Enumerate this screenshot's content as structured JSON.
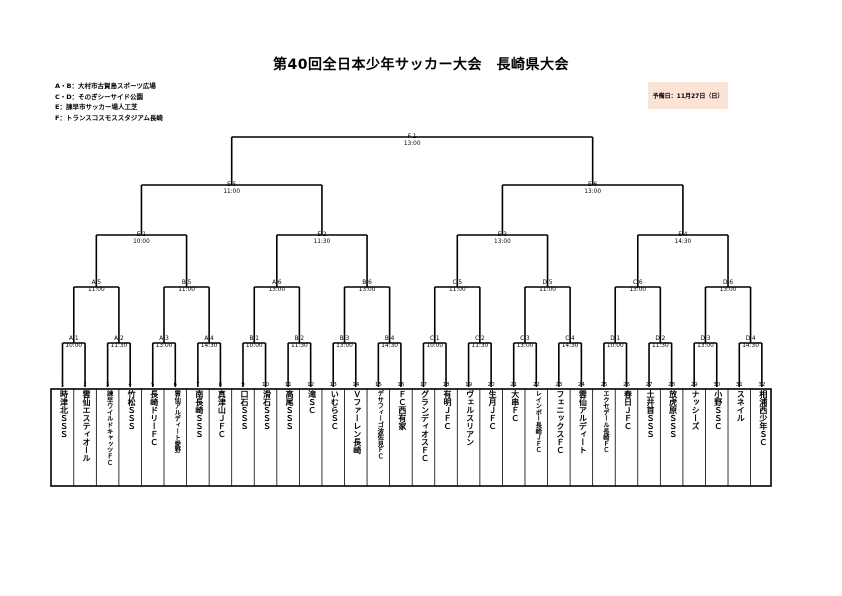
{
  "title": "第40回全日本少年サッカー大会　長崎県大会",
  "venues": [
    "A・B：大村市古賀島スポーツ広場",
    "C・D：そのぎシーサイド公園",
    "E：諫早市サッカー場人工芝",
    "F：トランスコスモススタジアム長崎"
  ],
  "date_note": "予備日：11月27日（日）",
  "matches": {
    "F1": {
      "code": "F 1",
      "time": "13:00"
    },
    "E5": {
      "code": "E 5",
      "time": "11:00"
    },
    "E6": {
      "code": "E 6",
      "time": "13:00"
    },
    "E1": {
      "code": "E 1",
      "time": "10:00"
    },
    "E2": {
      "code": "E 2",
      "time": "11:30"
    },
    "E3": {
      "code": "E 3",
      "time": "13:00"
    },
    "E4": {
      "code": "E 4",
      "time": "14:30"
    },
    "A5": {
      "code": "A 5",
      "time": "11:00"
    },
    "B5": {
      "code": "B 5",
      "time": "11:00"
    },
    "A6": {
      "code": "A 6",
      "time": "13:00"
    },
    "B6": {
      "code": "B 6",
      "time": "13:00"
    },
    "C5": {
      "code": "C 5",
      "time": "11:00"
    },
    "D5": {
      "code": "D 5",
      "time": "11:00"
    },
    "C6": {
      "code": "C 6",
      "time": "13:00"
    },
    "D6": {
      "code": "D 6",
      "time": "13:00"
    },
    "A1": {
      "code": "A 1",
      "time": "10:00"
    },
    "A2": {
      "code": "A 2",
      "time": "11:30"
    },
    "A3": {
      "code": "A 3",
      "time": "13:00"
    },
    "A4": {
      "code": "A 4",
      "time": "14:30"
    },
    "B1": {
      "code": "B 1",
      "time": "10:00"
    },
    "B2": {
      "code": "B 2",
      "time": "11:30"
    },
    "B3": {
      "code": "B 3",
      "time": "13:00"
    },
    "B4": {
      "code": "B 4",
      "time": "14:30"
    },
    "C1": {
      "code": "C 1",
      "time": "10:00"
    },
    "C2": {
      "code": "C 2",
      "time": "11:30"
    },
    "C3": {
      "code": "C 3",
      "time": "13:00"
    },
    "C4": {
      "code": "C 4",
      "time": "14:30"
    },
    "D1": {
      "code": "D 1",
      "time": "10:00"
    },
    "D2": {
      "code": "D 2",
      "time": "11:30"
    },
    "D3": {
      "code": "D 3",
      "time": "13:00"
    },
    "D4": {
      "code": "D 4",
      "time": "14:30"
    }
  },
  "teams": [
    {
      "num": "1",
      "name": "時津北ＳＳＳ"
    },
    {
      "num": "2",
      "name": "雲仙エスティオール"
    },
    {
      "num": "3",
      "name": "諫早ワイルドキャッツＦＣ"
    },
    {
      "num": "4",
      "name": "竹松ＳＳＳ"
    },
    {
      "num": "5",
      "name": "長崎ドリーＦＣ"
    },
    {
      "num": "6",
      "name": "雲仙アルディート愛野"
    },
    {
      "num": "7",
      "name": "南長崎ＳＳＳ"
    },
    {
      "num": "8",
      "name": "真津山ＪＦＣ"
    },
    {
      "num": "9",
      "name": "口石ＳＳＳ"
    },
    {
      "num": "10",
      "name": "滑石ＳＳＳ"
    },
    {
      "num": "11",
      "name": "高尾ＳＳＳ"
    },
    {
      "num": "12",
      "name": "滝ＳＣ"
    },
    {
      "num": "13",
      "name": "いむらＳＣ"
    },
    {
      "num": "14",
      "name": "Ｖファーレン長崎"
    },
    {
      "num": "15",
      "name": "デサフィーゴ波佐見ＦＣ"
    },
    {
      "num": "16",
      "name": "ＦＣ西有家"
    },
    {
      "num": "17",
      "name": "グランディオスＦＣ"
    },
    {
      "num": "18",
      "name": "有明ＪＦＣ"
    },
    {
      "num": "19",
      "name": "ヴェルスリアン"
    },
    {
      "num": "20",
      "name": "生月ＪＦＣ"
    },
    {
      "num": "21",
      "name": "大串ＦＣ"
    },
    {
      "num": "22",
      "name": "レインボー長崎ＪＦＣ"
    },
    {
      "num": "23",
      "name": "フェニックスＦＣ"
    },
    {
      "num": "24",
      "name": "雲仙アルディート"
    },
    {
      "num": "25",
      "name": "エクセデール長崎ＦＣ"
    },
    {
      "num": "26",
      "name": "春日ＪＦＣ"
    },
    {
      "num": "27",
      "name": "土井首ＳＳＳ"
    },
    {
      "num": "28",
      "name": "放虎原ＳＳＳ"
    },
    {
      "num": "29",
      "name": "ナッシーズ"
    },
    {
      "num": "30",
      "name": "小野ＳＳＣ"
    },
    {
      "num": "31",
      "name": "スネイル"
    },
    {
      "num": "32",
      "name": "相浦西少年ＳＣ"
    }
  ]
}
